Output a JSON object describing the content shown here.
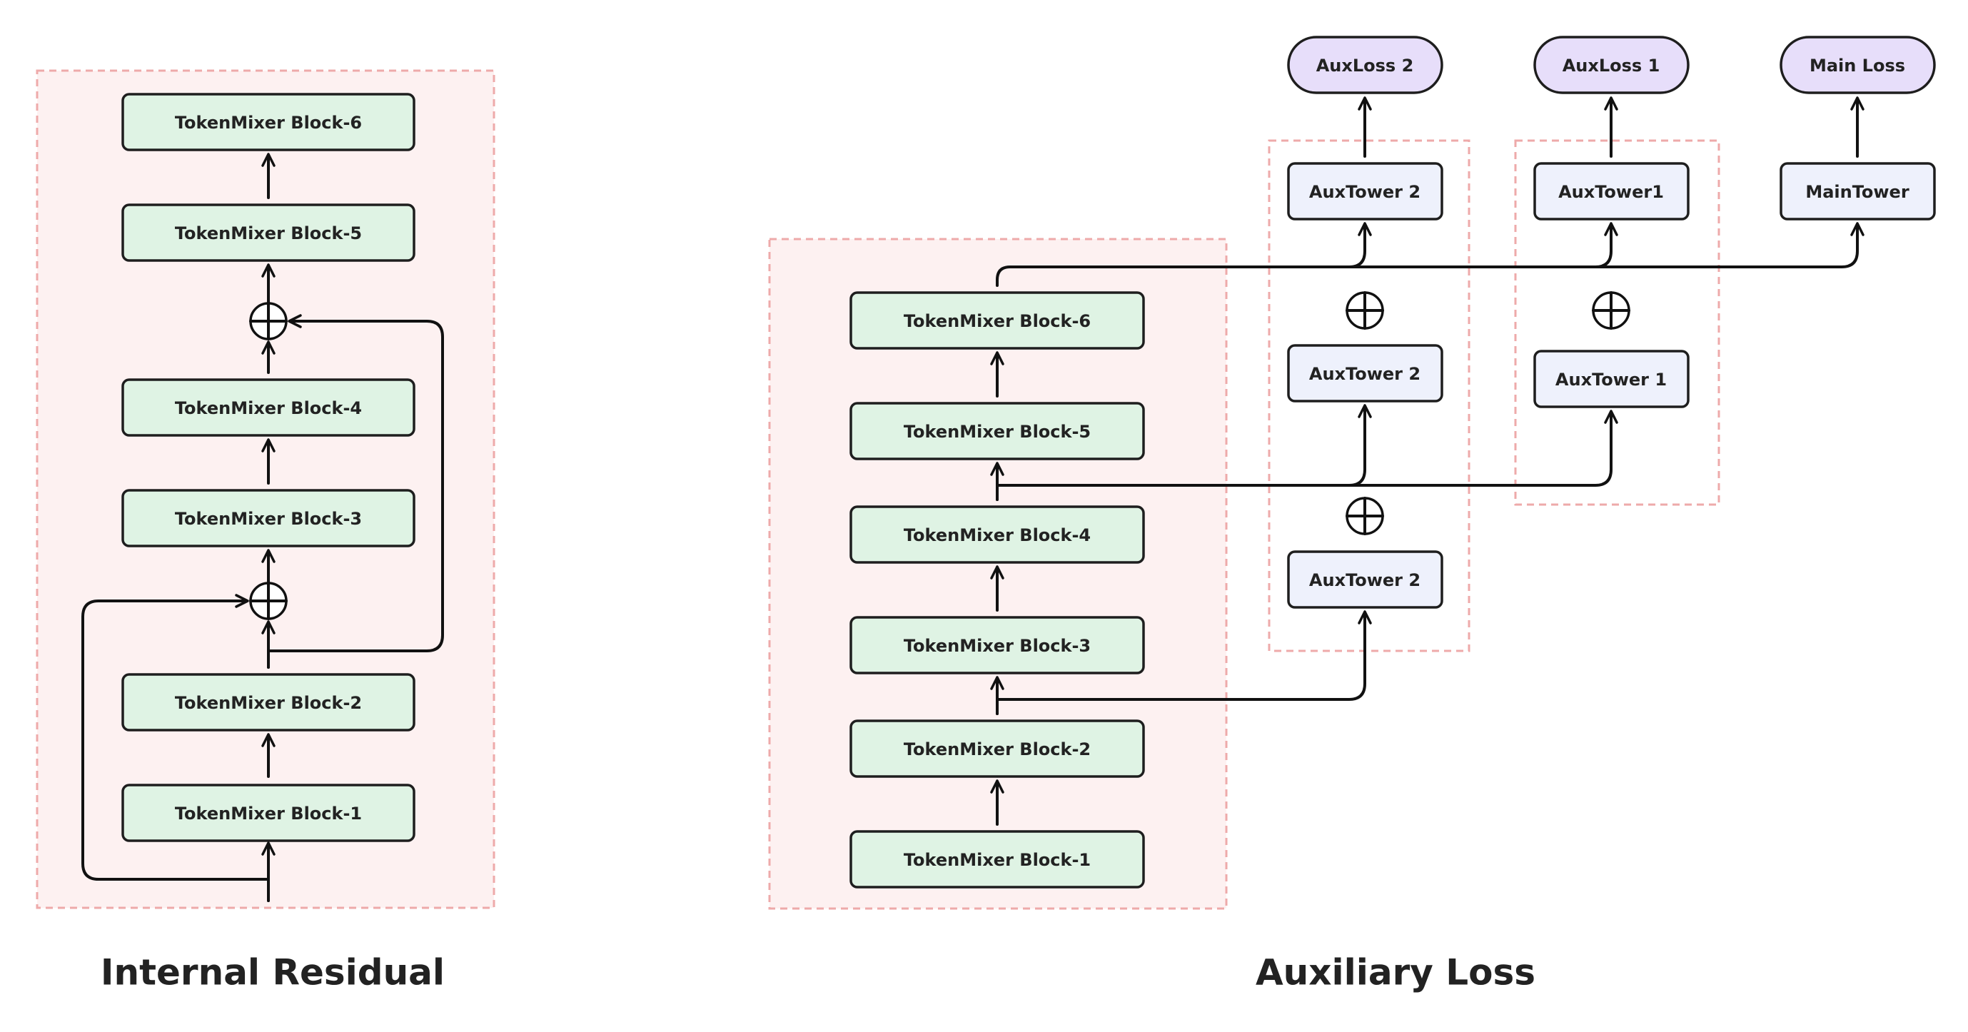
{
  "internal_residual": {
    "title": "Internal Residual",
    "blocks": [
      "TokenMixer Block-1",
      "TokenMixer Block-2",
      "TokenMixer Block-3",
      "TokenMixer Block-4",
      "TokenMixer Block-5",
      "TokenMixer Block-6"
    ]
  },
  "auxiliary_loss": {
    "title": "Auxiliary Loss",
    "blocks": [
      "TokenMixer Block-1",
      "TokenMixer Block-2",
      "TokenMixer Block-3",
      "TokenMixer Block-4",
      "TokenMixer Block-5",
      "TokenMixer Block-6"
    ],
    "aux2_column": {
      "towers": [
        "AuxTower 2",
        "AuxTower 2",
        "AuxTower 2"
      ],
      "loss": "AuxLoss 2"
    },
    "aux1_column": {
      "towers": [
        "AuxTower 1",
        "AuxTower1"
      ],
      "loss": "AuxLoss 1"
    },
    "main_column": {
      "tower": "MainTower",
      "loss": "Main Loss"
    }
  },
  "colors": {
    "region_fill": "#fdf1f1",
    "region_border": "#eeaaaa",
    "block_fill": "#dff3e4",
    "tower_fill": "#eef1fc",
    "loss_fill": "#e7defa",
    "line": "#111111"
  }
}
